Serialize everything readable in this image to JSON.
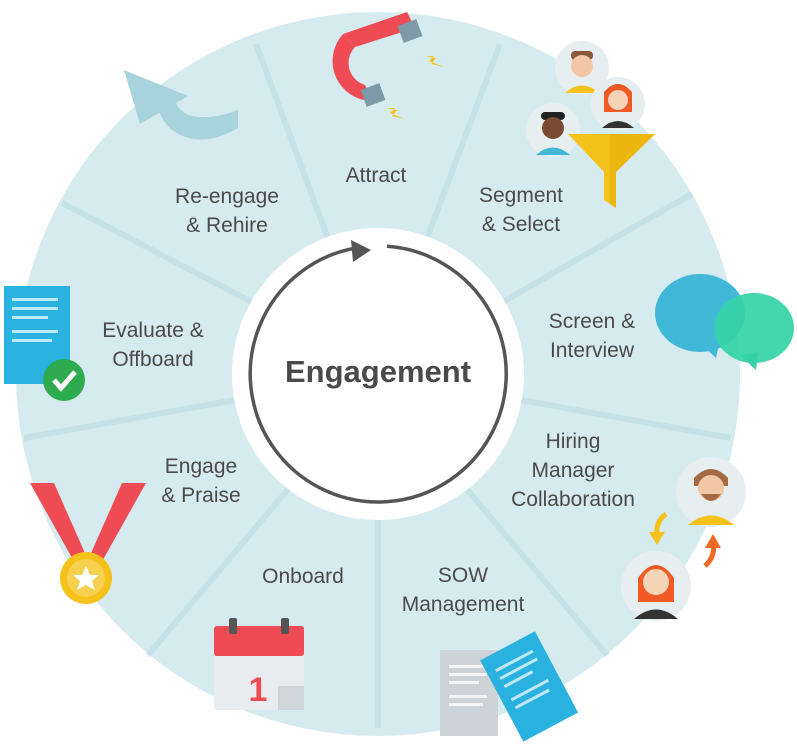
{
  "hub": {
    "title": "Engagement"
  },
  "stages": [
    {
      "id": "attract",
      "line1": "Attract",
      "line2": ""
    },
    {
      "id": "segment-select",
      "line1": "Segment",
      "line2": "& Select"
    },
    {
      "id": "screen-interview",
      "line1": "Screen &",
      "line2": "Interview"
    },
    {
      "id": "hiring-manager-collaboration",
      "line1": "Hiring",
      "line2": "Manager",
      "line3": "Collaboration"
    },
    {
      "id": "sow-management",
      "line1": "SOW",
      "line2": "Management"
    },
    {
      "id": "onboard",
      "line1": "Onboard",
      "line2": ""
    },
    {
      "id": "engage-praise",
      "line1": "Engage",
      "line2": "& Praise"
    },
    {
      "id": "evaluate-offboard",
      "line1": "Evaluate &",
      "line2": "Offboard"
    },
    {
      "id": "reengage-rehire",
      "line1": "Re-engage",
      "line2": "& Rehire"
    }
  ],
  "calendar": {
    "day": "1"
  },
  "icons": [
    "magnet-icon",
    "candidates-funnel-icon",
    "speech-bubbles-icon",
    "manager-collaboration-icon",
    "contract-documents-icon",
    "calendar-icon",
    "medal-icon",
    "approved-document-icon",
    "return-arrow-icon"
  ],
  "colors": {
    "wheel": "#d6ebef",
    "divider": "#c3e0e6",
    "hub_ring": "#555555",
    "text": "#4a4a4a",
    "magnet_red": "#ef4b55",
    "funnel_yellow": "#f5c21b",
    "bubble_blue": "#41b8d8",
    "bubble_green": "#34d3a6",
    "doc_blue": "#29b1e0",
    "check_green": "#2eaa4f",
    "medal_red": "#ef4b55",
    "calendar_red": "#ef4b55",
    "arrow_blue": "#a9d3dc"
  }
}
